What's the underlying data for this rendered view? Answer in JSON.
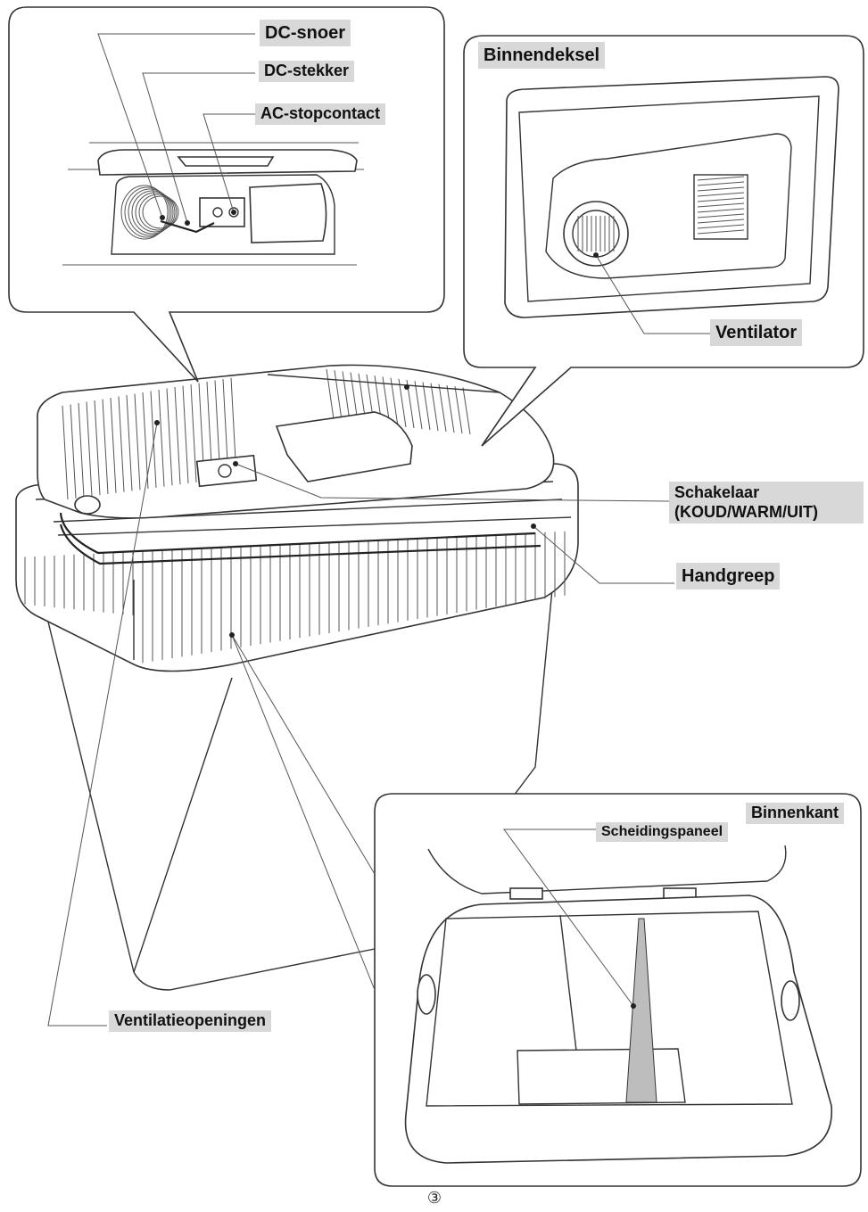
{
  "labels": {
    "dc_snoer": "DC-snoer",
    "dc_stekker": "DC-stekker",
    "ac_stopcontact": "AC-stopcontact",
    "binnendeksel": "Binnendeksel",
    "ventilator": "Ventilator",
    "schakelaar_line1": "Schakelaar",
    "schakelaar_line2": "(KOUD/WARM/UIT)",
    "handgreep": "Handgreep",
    "binnenkant": "Binnenkant",
    "scheidingspaneel": "Scheidingspaneel",
    "ventilatieopeningen": "Ventilatieopeningen"
  },
  "page_number": "③",
  "colors": {
    "label_background": "#d8d8d8",
    "line": "#333333",
    "background": "#ffffff"
  }
}
